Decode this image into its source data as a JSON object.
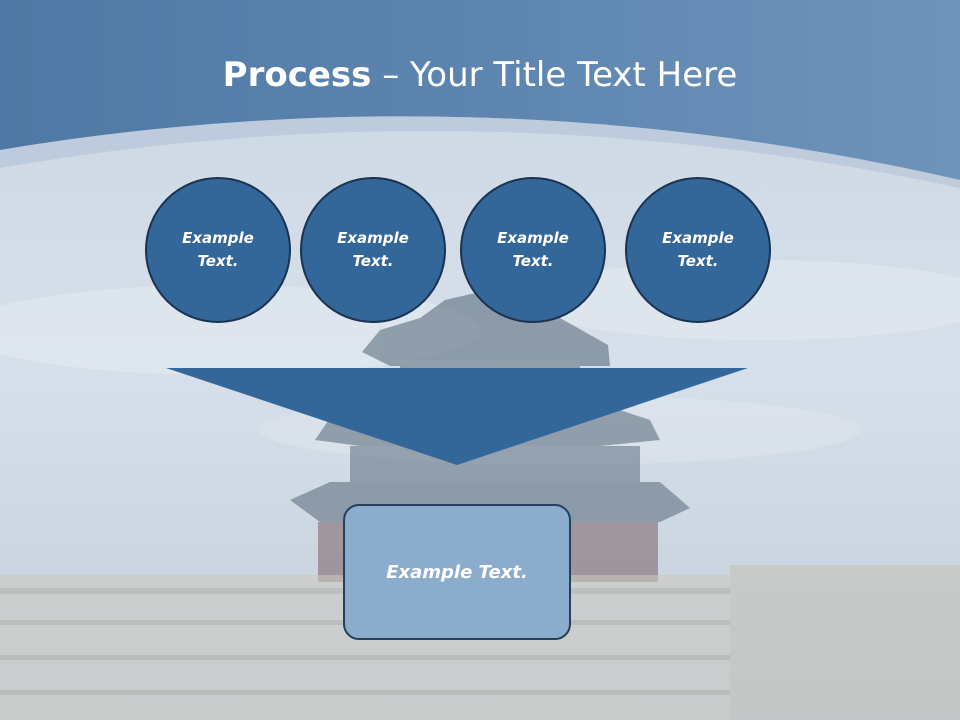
{
  "slide": {
    "title_bold": "Process",
    "title_dash": " – ",
    "title_rest": "Your Title Text Here",
    "circles": [
      {
        "line1": "Example",
        "line2": "Text."
      },
      {
        "line1": "Example",
        "line2": "Text."
      },
      {
        "line1": "Example",
        "line2": "Text."
      },
      {
        "line1": "Example",
        "line2": "Text."
      }
    ],
    "box_text": "Example Text."
  },
  "colors": {
    "header_blue": "#5a82ad",
    "circle_fill": "#336699",
    "circle_border": "#1a3350",
    "arrow_fill": "#336699",
    "box_fill": "#8caccc"
  }
}
